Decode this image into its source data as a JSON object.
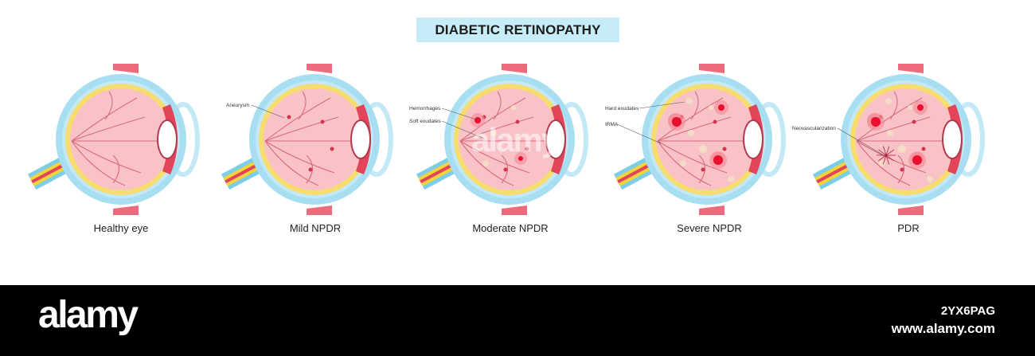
{
  "title": "DIABETIC RETINOPATHY",
  "colors": {
    "title_bg": "#c6ecf8",
    "cornea": "#c4e9f6",
    "sclera_outer": "#a8def2",
    "sclera": "#e2445a",
    "retina": "#f7dd6e",
    "fundus": "#f8c2c6",
    "vessel": "#cf4f65",
    "hemorrhage": "#e8102e",
    "exudate": "#f4dcc7",
    "optic_nerve_yellow": "#f2d33b",
    "optic_nerve_blue": "#7ccde8",
    "footer_bg": "#000000"
  },
  "stages": [
    {
      "caption": "Healthy eye",
      "labels": []
    },
    {
      "caption": "Mild NPDR",
      "labels": [
        "Aneurysm"
      ]
    },
    {
      "caption": "Moderate NPDR",
      "labels": [
        "Hemorrhages",
        "Soft exudates"
      ]
    },
    {
      "caption": "Severe NPDR",
      "labels": [
        "Hard exudates",
        "IRMA"
      ]
    },
    {
      "caption": "PDR",
      "labels": [
        "Neovascularization"
      ]
    }
  ],
  "footer": {
    "brand": "alamy",
    "image_id": "2YX6PAG",
    "url": "www.alamy.com"
  }
}
